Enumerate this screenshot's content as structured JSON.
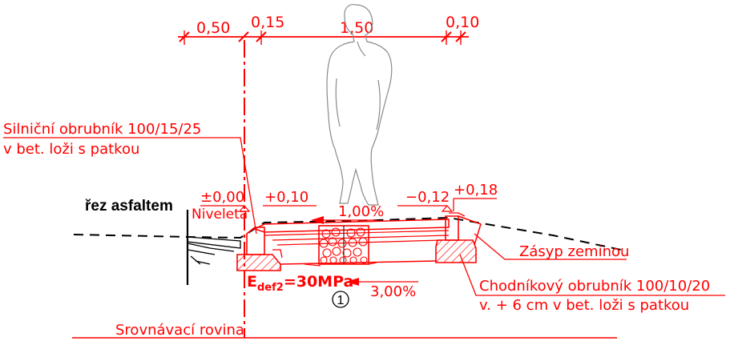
{
  "colors": {
    "annotation": "#ff0000",
    "outline": "#000000",
    "figure": "#8a8a8a",
    "background": "#ffffff"
  },
  "dimensions": {
    "d1": "0,50",
    "d2": "0,15",
    "d3": "1,50",
    "d4": "0,10"
  },
  "labels": {
    "kerb_road_line1": "Silniční obrubník 100/15/25",
    "kerb_road_line2": "v bet. loži s patkou",
    "cut_asphalt": "řez asfaltem",
    "level_zero": "±0,00",
    "niveleta": "Niveleta",
    "level_plus010": "+0,10",
    "slope_top": "1,00%",
    "level_minus012": "−0,12",
    "level_plus018": "+0,18",
    "backfill": "Zásyp zeminou",
    "edef_main": "E",
    "edef_sub": "def2",
    "edef_value": "=30MPa",
    "marker_number": "1",
    "slope_bottom": "3,00%",
    "kerb_path_line1": "Chodníkový obrubník 100/10/20",
    "kerb_path_line2": "v. + 6 cm v bet. loži s patkou",
    "reference_plane": "Srovnávací rovina"
  }
}
